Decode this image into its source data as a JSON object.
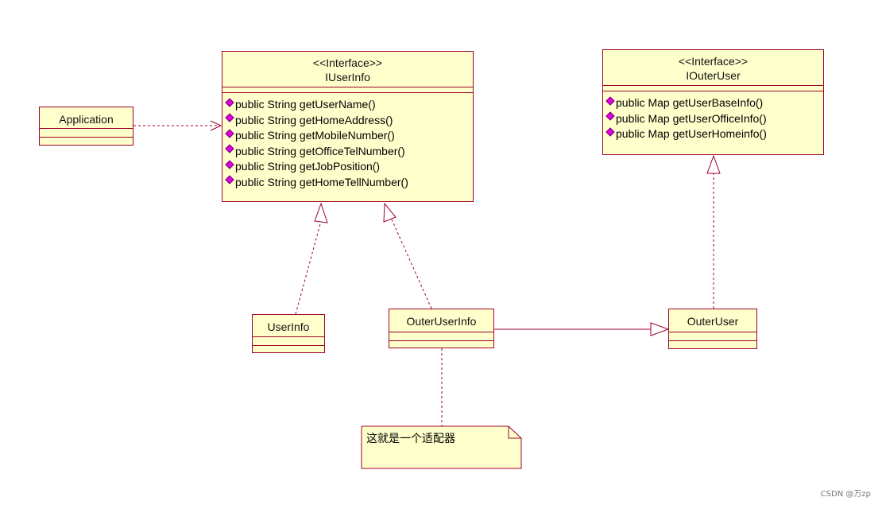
{
  "interface_iuserinfo": {
    "stereotype": "<<Interface>>",
    "name": "IUserInfo",
    "methods": [
      "public String getUserName()",
      "public String getHomeAddress()",
      "public String getMobileNumber()",
      "public String getOfficeTelNumber()",
      "public String getJobPosition()",
      "public String getHomeTellNumber()"
    ]
  },
  "interface_iouteruser": {
    "stereotype": "<<Interface>>",
    "name": "IOuterUser",
    "methods": [
      "public Map getUserBaseInfo()",
      "public Map getUserOfficeInfo()",
      "public Map getUserHomeinfo()"
    ]
  },
  "classes": {
    "application": "Application",
    "userinfo": "UserInfo",
    "outeruserinfo": "OuterUserInfo",
    "outeruser": "OuterUser"
  },
  "note": {
    "text": "这就是一个适配器"
  },
  "watermark": "CSDN @万zp",
  "colors": {
    "border": "#a0002b",
    "fill": "#ffffcc",
    "method_marker": "#e000e0"
  }
}
